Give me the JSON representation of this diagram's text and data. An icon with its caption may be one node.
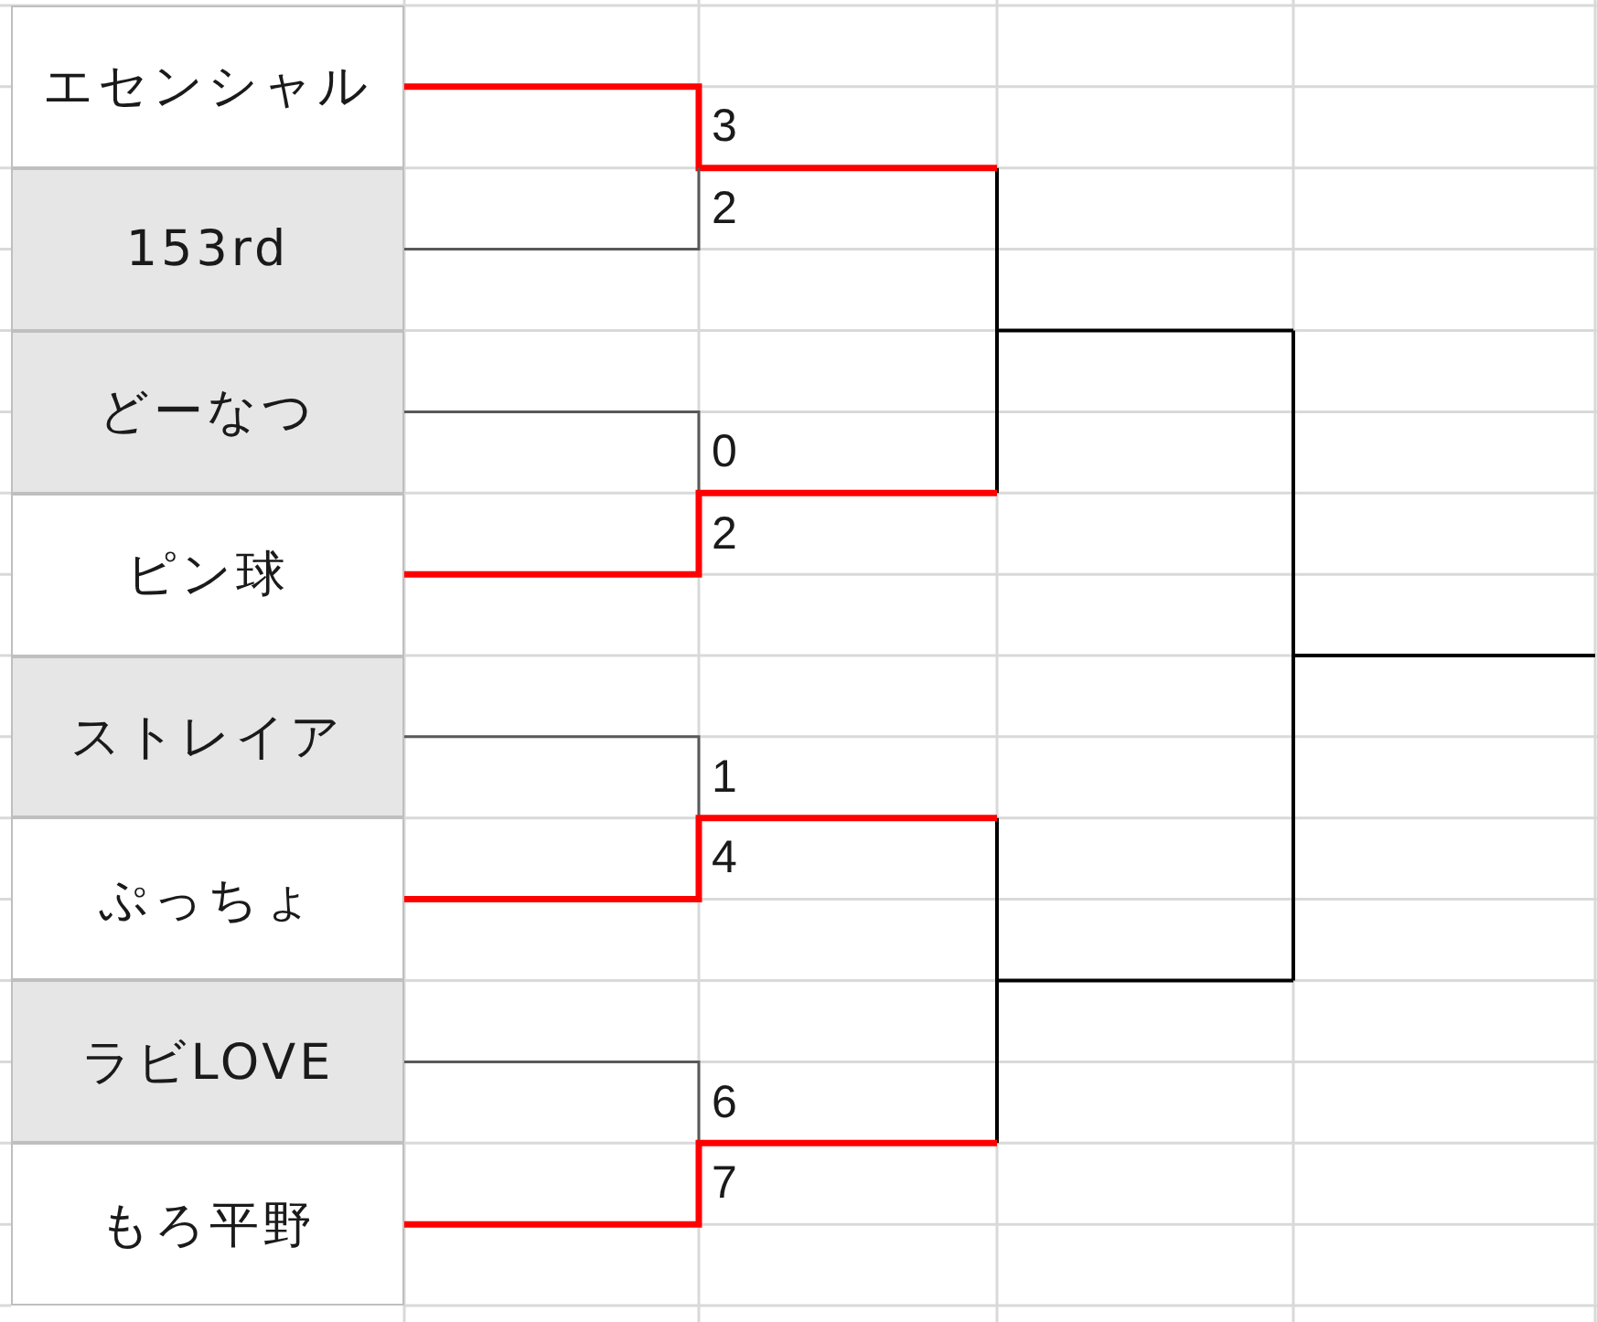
{
  "diagram": {
    "nodes": [
      {
        "text": [
          "エセンシャル"
        ]
      },
      {
        "text": [
          "153rd"
        ]
      },
      {
        "text": [
          "どーなつ"
        ]
      },
      {
        "text": [
          "ピン球"
        ]
      },
      {
        "text": [
          "ストレイア"
        ]
      },
      {
        "text": [
          "ぷっちょ"
        ]
      },
      {
        "text": [
          "ラビLOVE"
        ]
      },
      {
        "text": [
          "もろ平野"
        ]
      }
    ],
    "edges": [
      {
        "from": 0,
        "to": null,
        "arrow": "none",
        "label": "3",
        "style": "thick",
        "color": "#ff0000"
      },
      {
        "from": 1,
        "to": null,
        "arrow": "none",
        "label": "2",
        "color": "#595959"
      },
      {
        "from": 2,
        "to": null,
        "arrow": "none",
        "label": "0",
        "color": "#595959"
      },
      {
        "from": 3,
        "to": null,
        "arrow": "none",
        "label": "2",
        "style": "thick",
        "color": "#ff0000"
      },
      {
        "from": 4,
        "to": null,
        "arrow": "none",
        "label": "1",
        "color": "#595959"
      },
      {
        "from": 5,
        "to": null,
        "arrow": "none",
        "label": "4",
        "style": "thick",
        "color": "#ff0000"
      },
      {
        "from": 6,
        "to": null,
        "arrow": "none",
        "label": "6",
        "color": "#595959"
      },
      {
        "from": 7,
        "to": null,
        "arrow": "none",
        "label": "7",
        "style": "thick",
        "color": "#ff0000"
      }
    ]
  }
}
